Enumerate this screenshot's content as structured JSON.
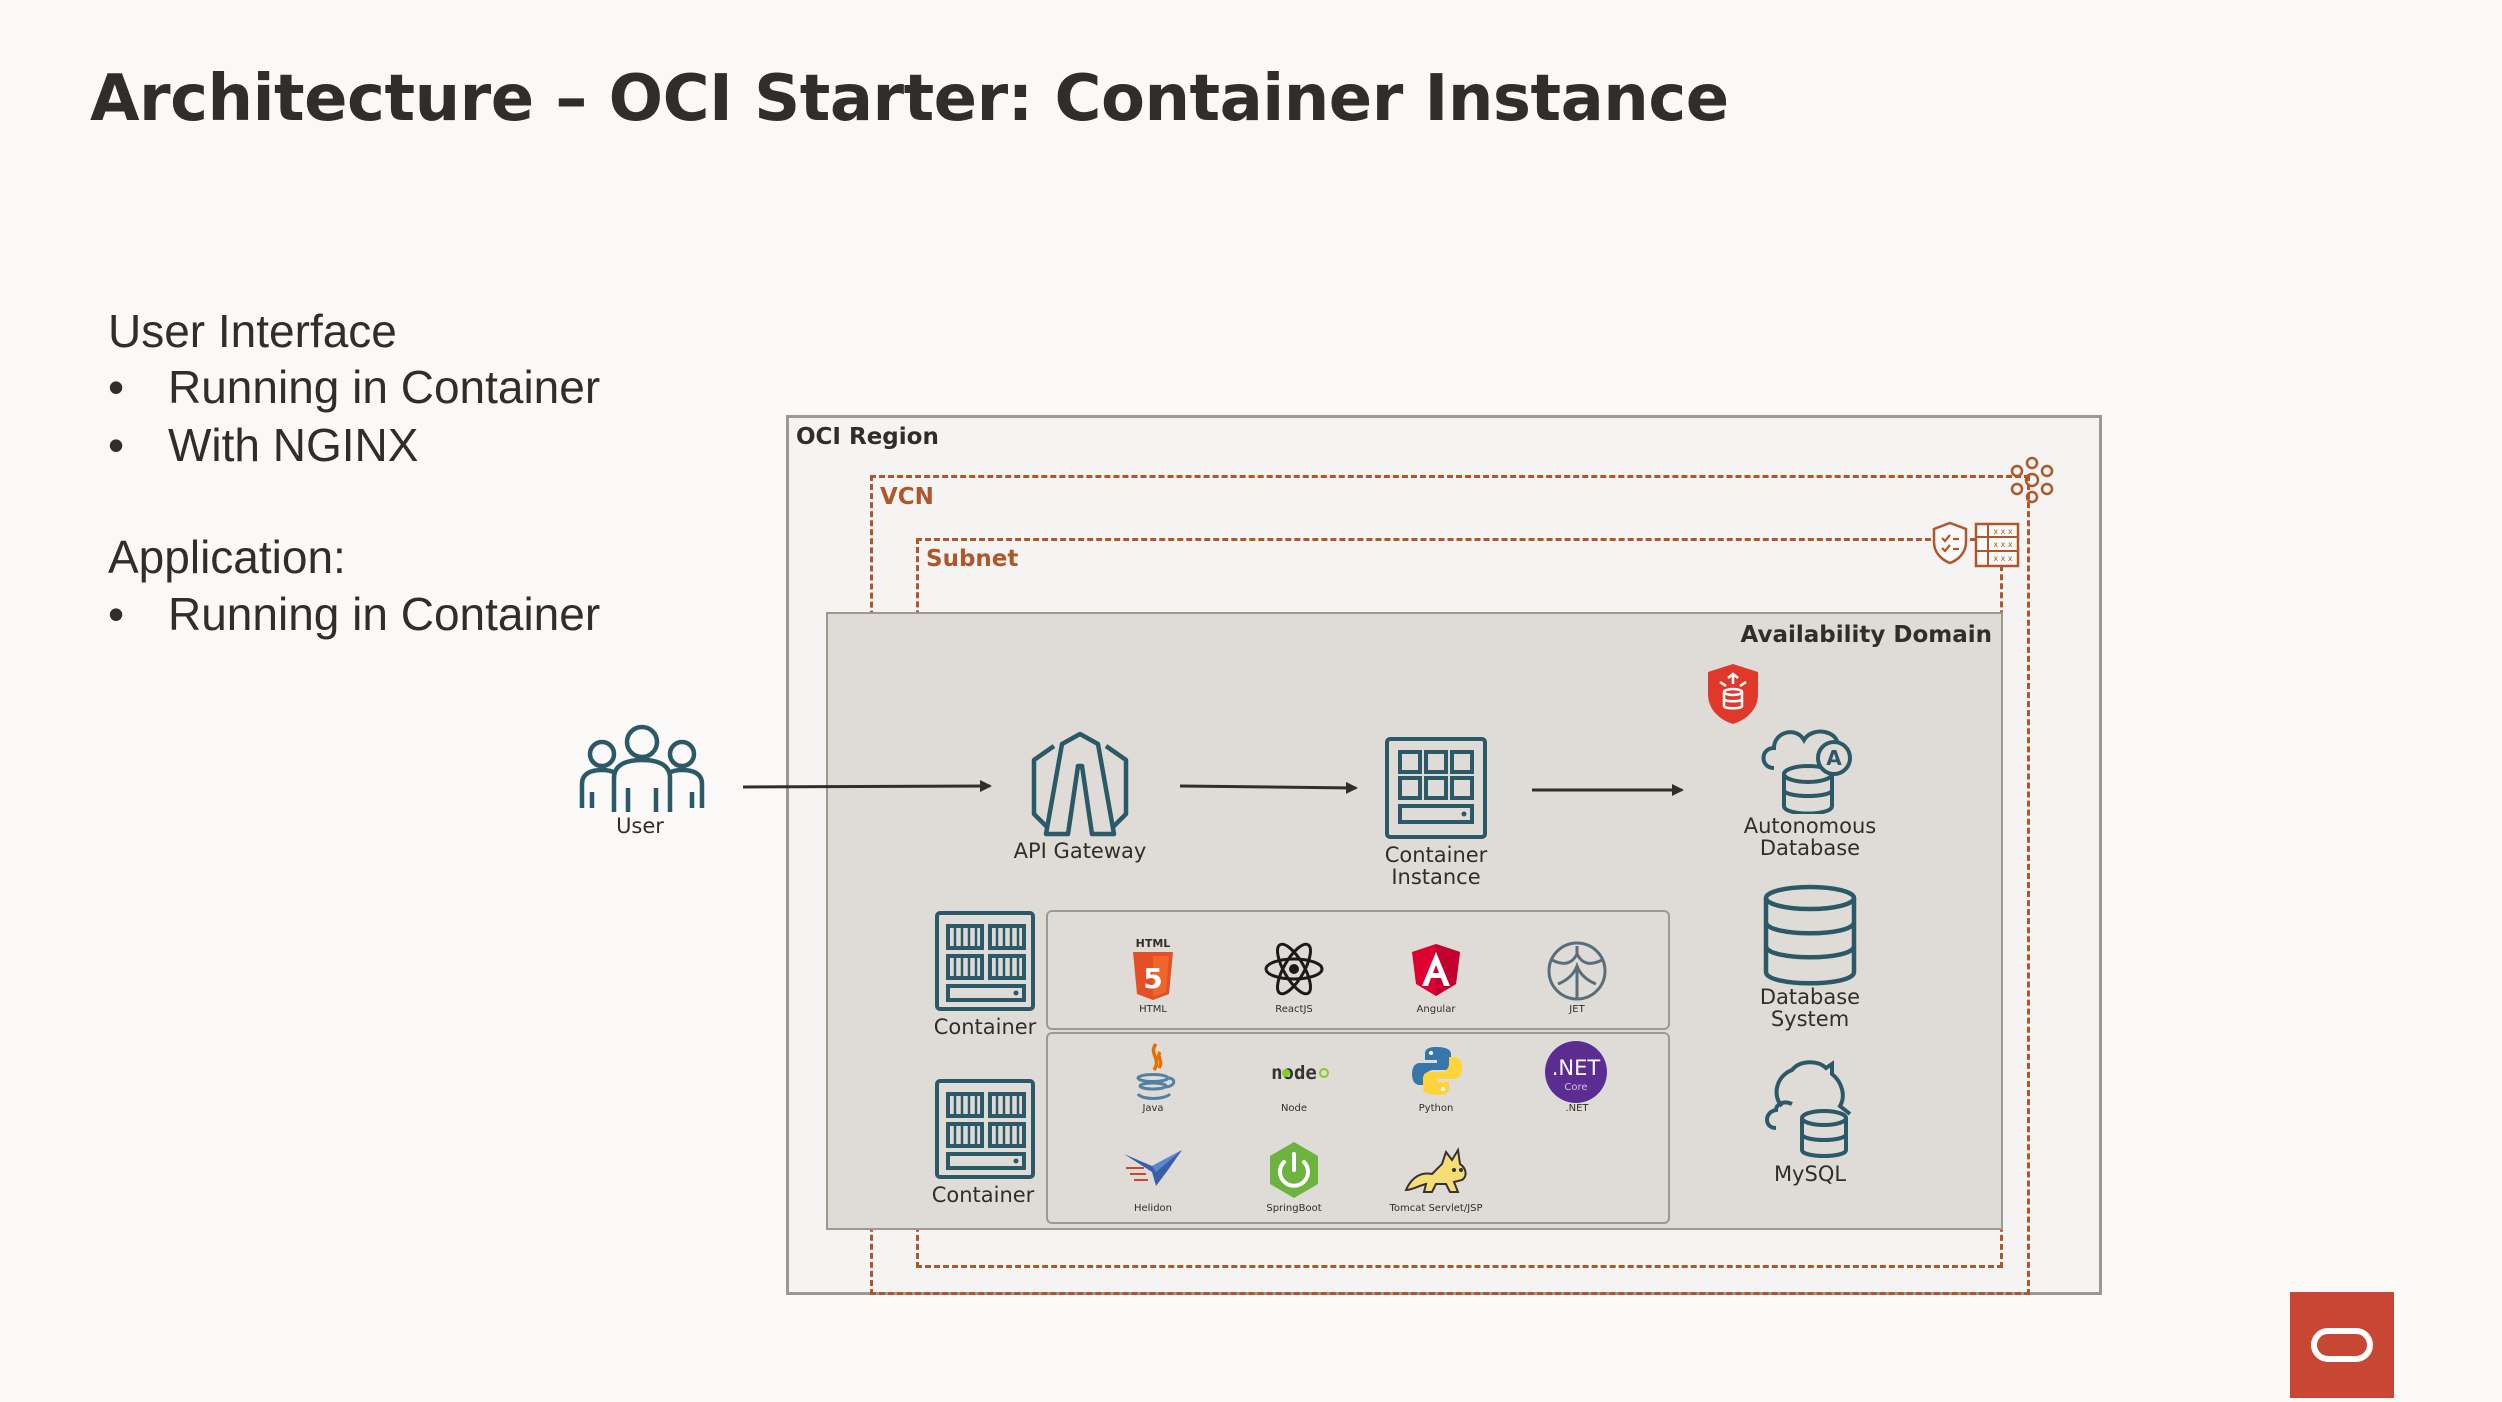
{
  "title": "Architecture – OCI Starter: Container Instance",
  "left_text": {
    "ui_heading": "User Interface",
    "ui_bullets": [
      "Running in Container",
      "With NGINX"
    ],
    "app_heading": "Application:",
    "app_bullets": [
      "Running in Container"
    ]
  },
  "diagram": {
    "region_label": "OCI Region",
    "vcn_label": "VCN",
    "subnet_label": "Subnet",
    "ad_label": "Availability Domain",
    "user_label": "User",
    "gateway_label": "API Gateway",
    "container_instance_label": [
      "Container",
      "Instance"
    ],
    "container_labels": [
      "Container",
      "Container"
    ],
    "frontends": [
      "HTML",
      "ReactJS",
      "Angular",
      "JET"
    ],
    "backends": [
      "Java",
      "Node",
      "Python",
      ".NET",
      "Helidon",
      "SpringBoot",
      "Tomcat Servlet/JSP"
    ],
    "html5_badge": "HTML",
    "dotnet_logo": ".NET",
    "dotnet_core": "Core",
    "node_logo": "node",
    "databases": {
      "autonomous": [
        "Autonomous",
        "Database"
      ],
      "system": [
        "Database",
        "System"
      ],
      "mysql": "MySQL"
    }
  },
  "colors": {
    "accent": "#ae562c",
    "oracle_red": "#c74634",
    "icon": "#2c5967"
  }
}
